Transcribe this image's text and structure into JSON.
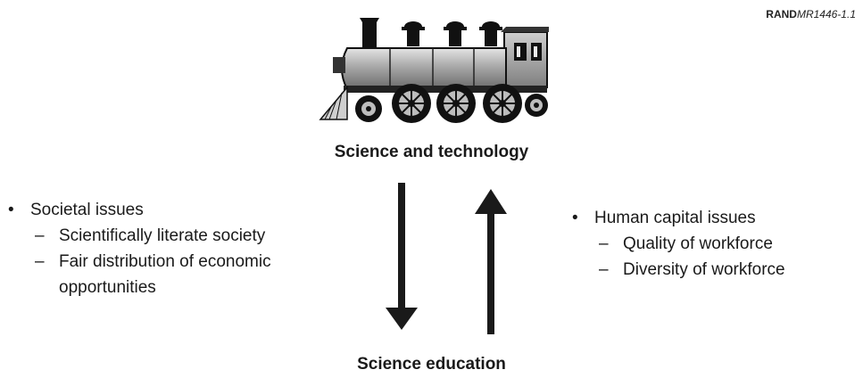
{
  "figure_id": {
    "prefix": "RAND",
    "code": "MR1446-1.1"
  },
  "top_label": "Science and technology",
  "bottom_label": "Science education",
  "left_list": {
    "heading": "Societal issues",
    "items": [
      "Scientifically literate society",
      "Fair distribution of economic opportunities"
    ]
  },
  "right_list": {
    "heading": "Human capital issues",
    "items": [
      "Quality of workforce",
      "Diversity of workforce"
    ]
  },
  "illustration": "locomotive-icon",
  "dash_glyph": "–"
}
